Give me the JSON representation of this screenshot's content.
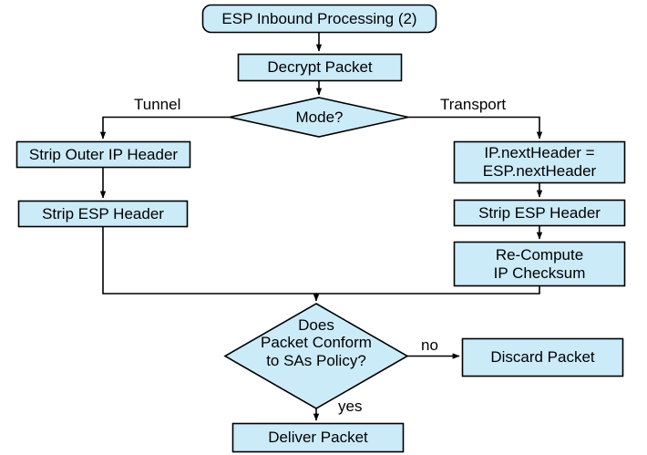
{
  "diagram": {
    "title": "ESP Inbound Processing (2)",
    "type": "flowchart",
    "colors": {
      "node_fill": "#CCEBF9",
      "node_stroke": "#000000",
      "edge_stroke": "#000000",
      "background": "#FFFFFF",
      "text": "#000000"
    },
    "nodes": [
      {
        "id": "start",
        "shape": "rounded-rectangle",
        "label": "ESP Inbound Processing (2)"
      },
      {
        "id": "decrypt",
        "shape": "rectangle",
        "label": "Decrypt Packet"
      },
      {
        "id": "mode",
        "shape": "diamond",
        "label": "Mode?"
      },
      {
        "id": "strip-outer",
        "shape": "rectangle",
        "label": "Strip Outer IP Header"
      },
      {
        "id": "strip-esp-l",
        "shape": "rectangle",
        "label": "Strip ESP Header"
      },
      {
        "id": "nextheader",
        "shape": "rectangle",
        "label": "IP.nextHeader =\nESP.nextHeader"
      },
      {
        "id": "strip-esp-r",
        "shape": "rectangle",
        "label": "Strip ESP Header"
      },
      {
        "id": "recompute",
        "shape": "rectangle",
        "label": "Re-Compute\nIP Checksum"
      },
      {
        "id": "conform",
        "shape": "diamond",
        "label": "Does\nPacket Conform\nto SAs Policy?"
      },
      {
        "id": "discard",
        "shape": "rectangle",
        "label": "Discard Packet"
      },
      {
        "id": "deliver",
        "shape": "rectangle",
        "label": "Deliver Packet"
      }
    ],
    "edge_labels": [
      {
        "id": "tunnel",
        "label": "Tunnel"
      },
      {
        "id": "transport",
        "label": "Transport"
      },
      {
        "id": "no",
        "label": "no"
      },
      {
        "id": "yes",
        "label": "yes"
      }
    ],
    "edges": [
      {
        "from": "start",
        "to": "decrypt",
        "label": ""
      },
      {
        "from": "decrypt",
        "to": "mode",
        "label": ""
      },
      {
        "from": "mode",
        "to": "strip-outer",
        "label": "Tunnel"
      },
      {
        "from": "mode",
        "to": "nextheader",
        "label": "Transport"
      },
      {
        "from": "strip-outer",
        "to": "strip-esp-l",
        "label": ""
      },
      {
        "from": "nextheader",
        "to": "strip-esp-r",
        "label": ""
      },
      {
        "from": "strip-esp-r",
        "to": "recompute",
        "label": ""
      },
      {
        "from": "strip-esp-l",
        "to": "conform",
        "label": ""
      },
      {
        "from": "recompute",
        "to": "conform",
        "label": ""
      },
      {
        "from": "conform",
        "to": "discard",
        "label": "no"
      },
      {
        "from": "conform",
        "to": "deliver",
        "label": "yes"
      }
    ]
  }
}
